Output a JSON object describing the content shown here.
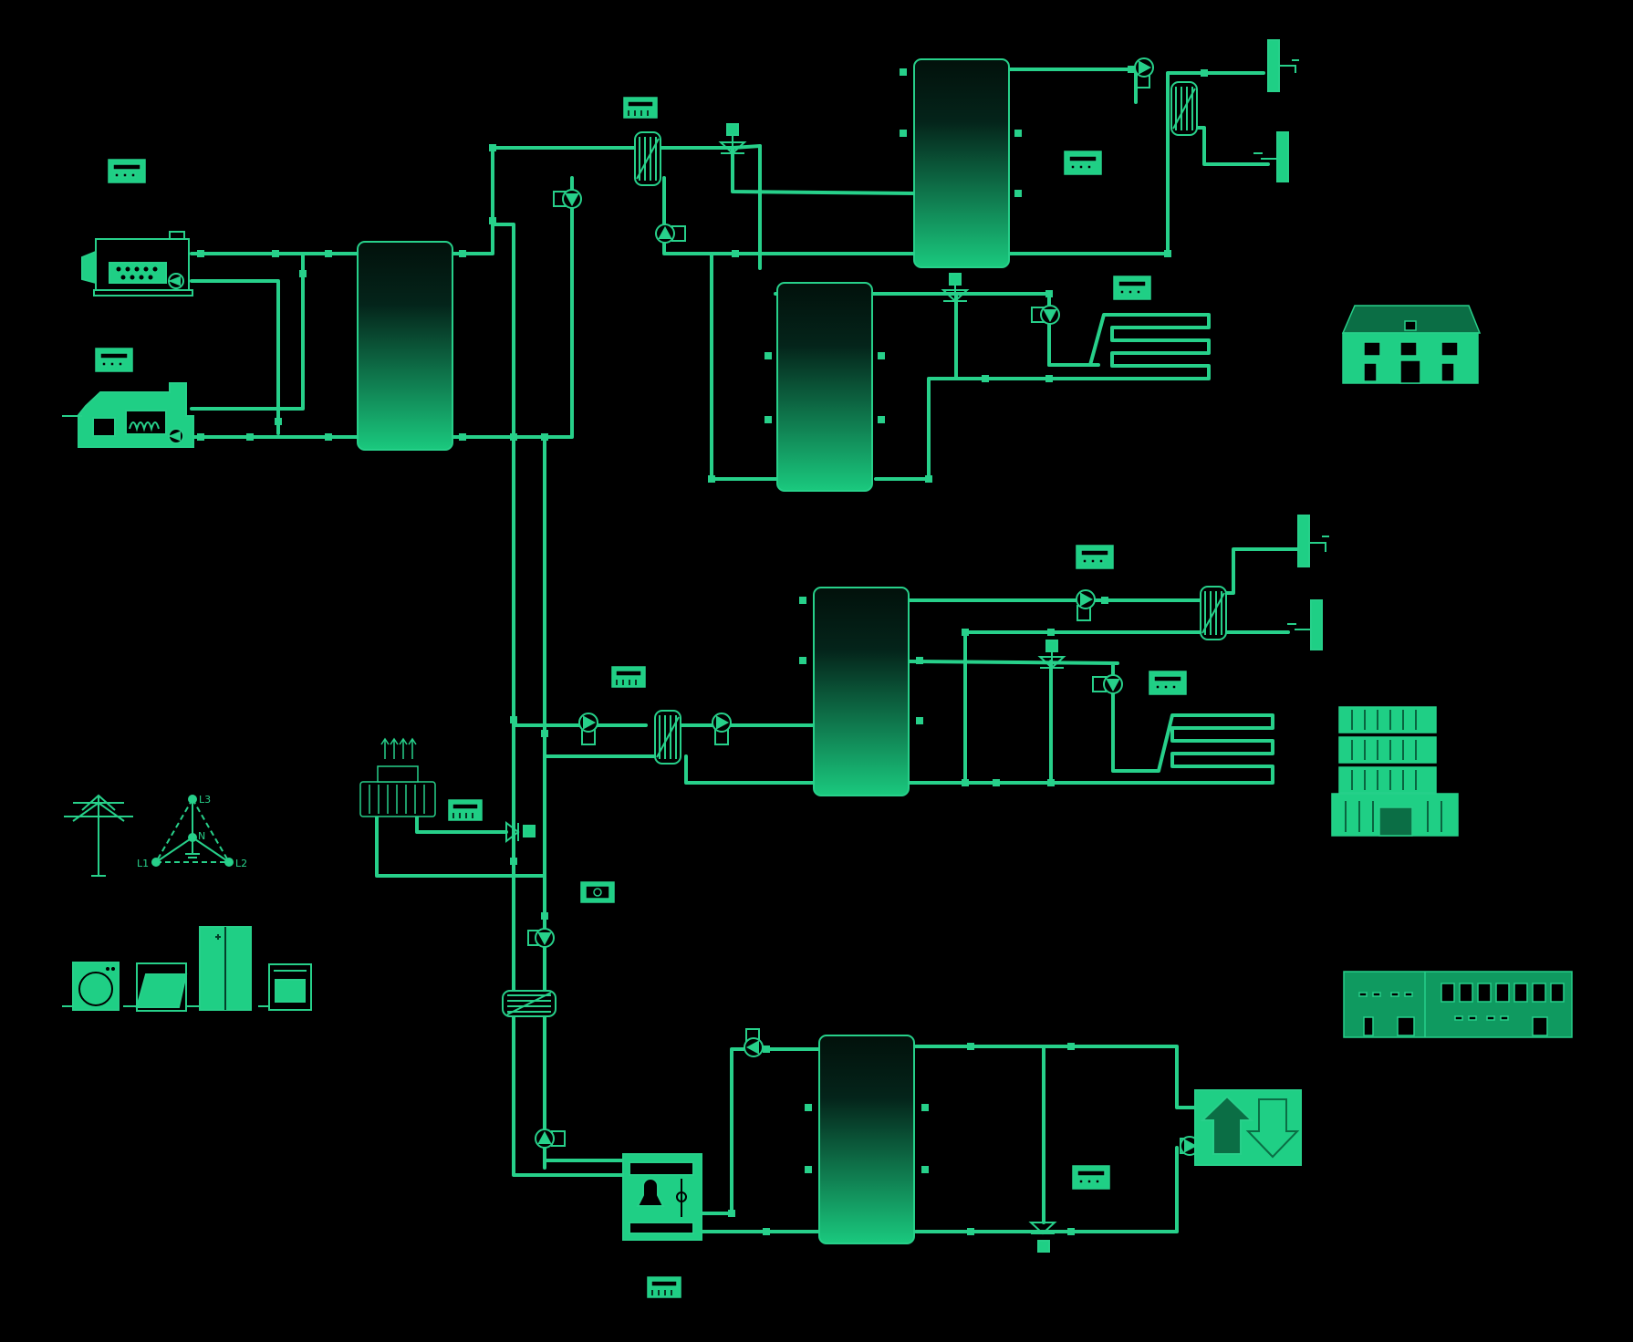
{
  "colors": {
    "background": "#000000",
    "pipe": "#27d08a",
    "accent_fill": "#1fcf85",
    "tank_dark": "#03100b",
    "tank_light": "#18c77c"
  },
  "labels": {
    "phase_l1": "L1",
    "phase_l2": "L2",
    "phase_l3": "L3",
    "phase_n": "N"
  },
  "icons": [
    "boiler-icon",
    "gas-burner-icon",
    "buffer-tank-icon",
    "storage-tank-icon",
    "heat-exchanger-icon",
    "pump-icon",
    "mixing-valve-icon",
    "controller-icon",
    "tap-icon",
    "shower-icon",
    "floor-heating-icon",
    "house-icon",
    "apartment-building-icon",
    "commercial-building-icon",
    "power-pylon-icon",
    "three-phase-icon",
    "washing-machine-icon",
    "dishwasher-icon",
    "fridge-icon",
    "oven-icon",
    "cooling-unit-icon",
    "heat-pump-icon",
    "air-handler-icon"
  ]
}
